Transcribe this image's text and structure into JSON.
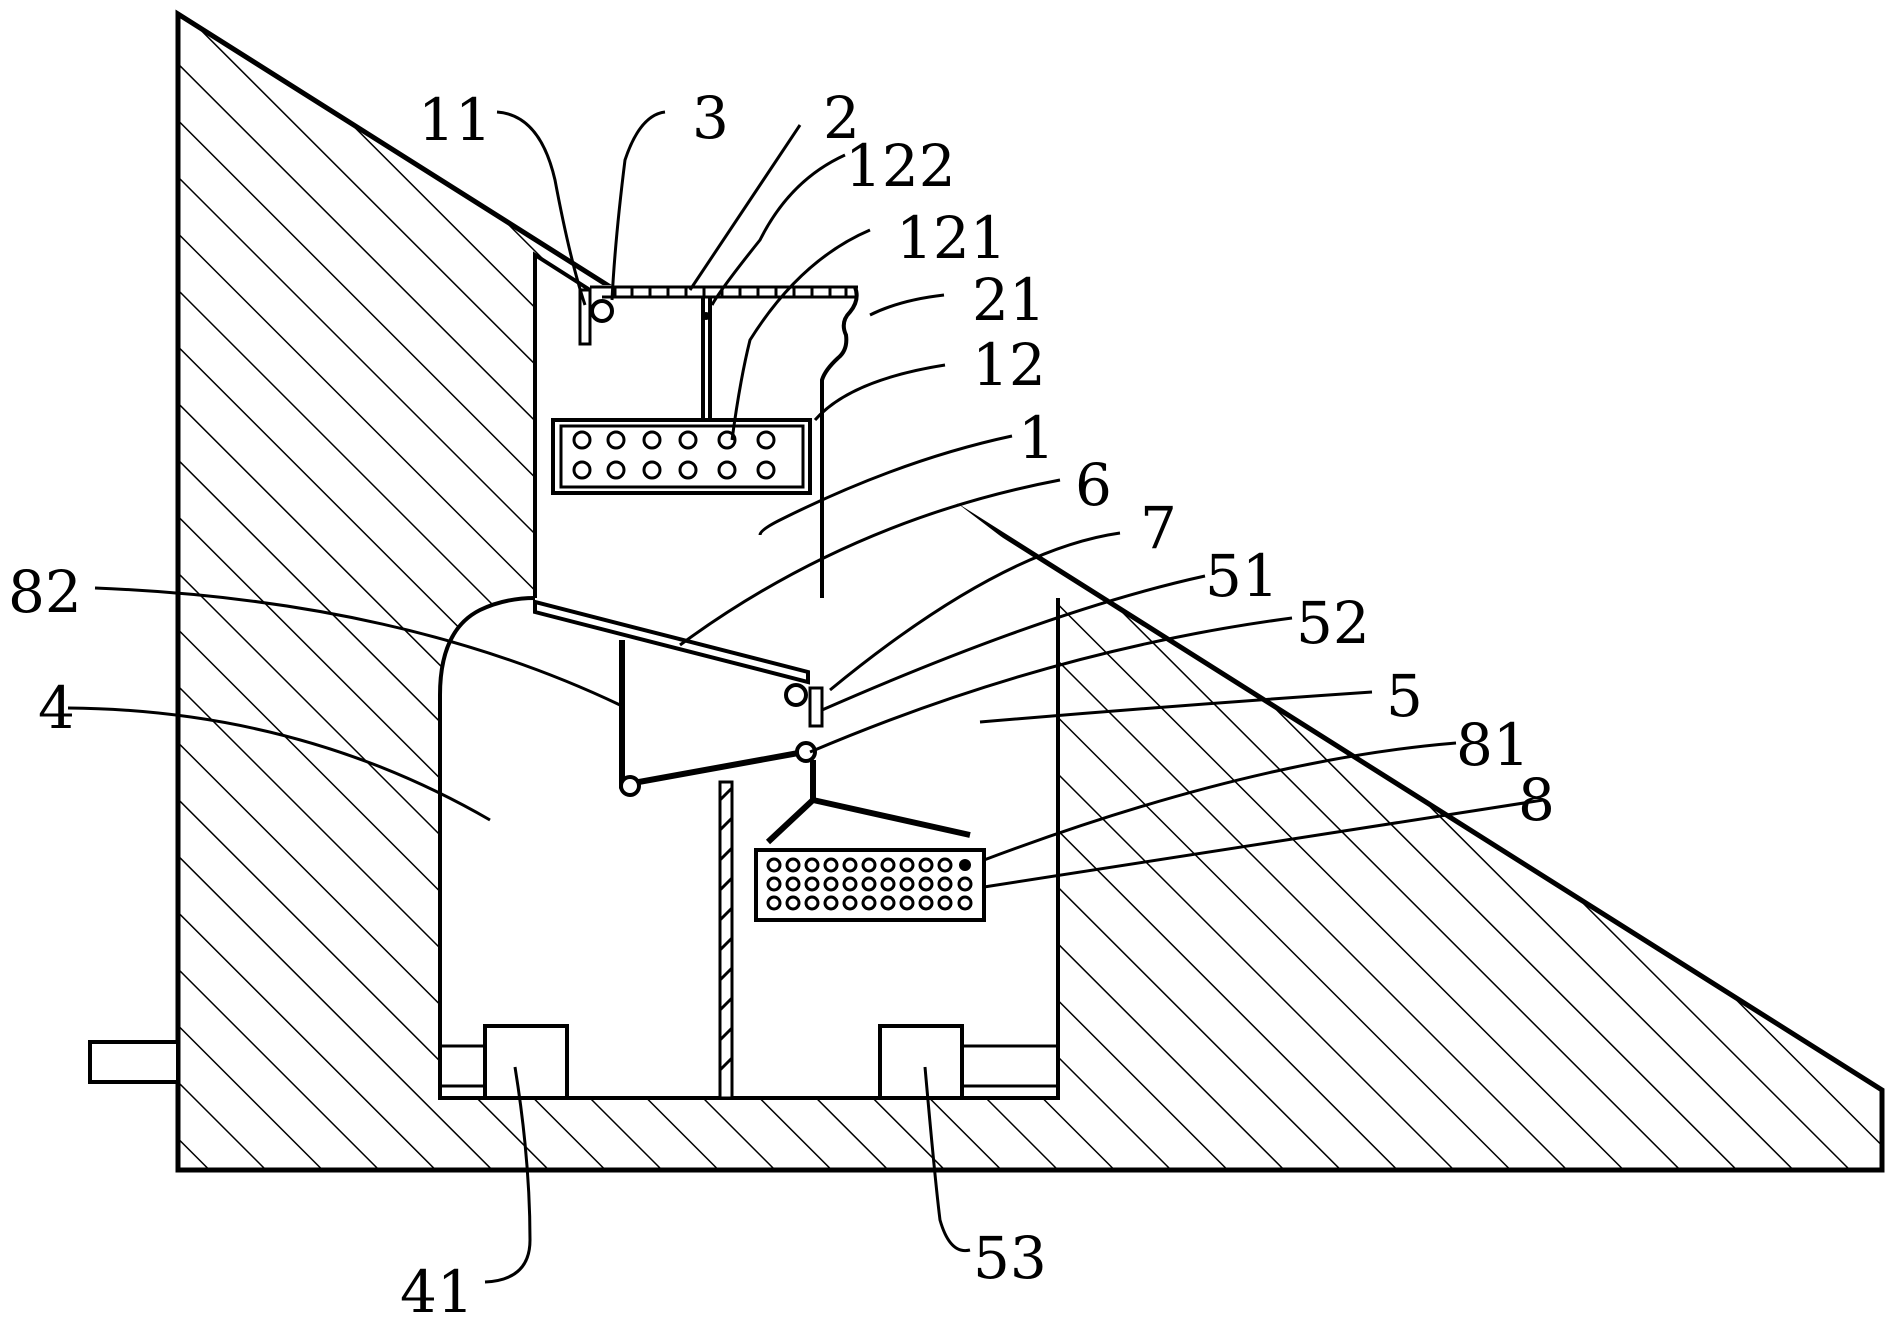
{
  "figure": {
    "labels": {
      "l11": "11",
      "l3": "3",
      "l2": "2",
      "l122": "122",
      "l121": "121",
      "l21": "21",
      "l12": "12",
      "l1": "1",
      "l6": "6",
      "l7": "7",
      "l51": "51",
      "l52": "52",
      "l5": "5",
      "l81": "81",
      "l8": "8",
      "l82": "82",
      "l4": "4",
      "l41": "41",
      "l53": "53"
    },
    "colors": {
      "line": "#000000",
      "background": "#ffffff"
    }
  }
}
